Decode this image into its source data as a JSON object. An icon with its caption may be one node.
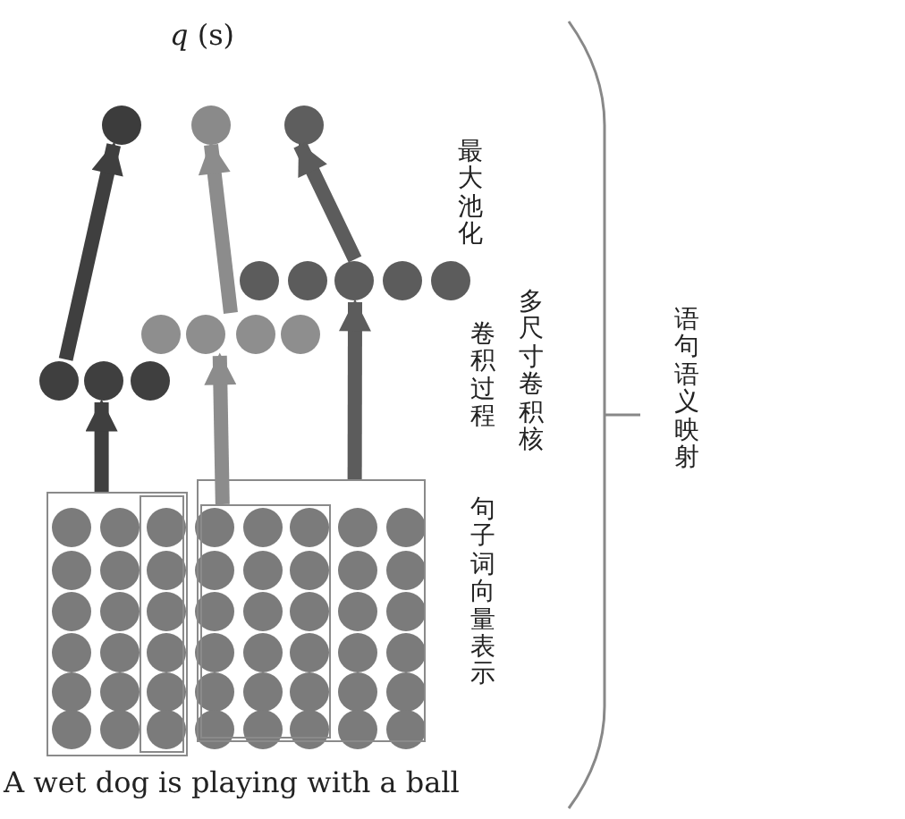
{
  "diagram": {
    "nodes": [
      {
        "text": [],
        "shape": "circle"
      },
      {
        "text": [],
        "shape": "circle"
      },
      {
        "text": [],
        "shape": "circle"
      },
      {
        "text": [],
        "shape": "row"
      },
      {
        "text": [],
        "shape": "row"
      },
      {
        "text": [],
        "shape": "row"
      },
      {
        "text": [],
        "shape": "box"
      },
      {
        "text": [],
        "shape": "box",
        "in": 6
      },
      {
        "text": [],
        "shape": "box",
        "in": 9
      },
      {
        "text": [],
        "shape": "box"
      }
    ],
    "edges": [
      {
        "from": 6,
        "to": 5,
        "arrow": "to",
        "color": "#3f3f3f"
      },
      {
        "from": 8,
        "to": 4,
        "arrow": "to",
        "color": "#8c8c8c"
      },
      {
        "from": 9,
        "to": 3,
        "arrow": "to",
        "color": "#5c5c5c"
      },
      {
        "from": 5,
        "to": 0,
        "arrow": "to",
        "color": "#3f3f3f"
      },
      {
        "from": 4,
        "to": 1,
        "arrow": "to",
        "color": "#8c8c8c"
      },
      {
        "from": 3,
        "to": 2,
        "arrow": "to",
        "color": "#5c5c5c"
      }
    ],
    "labels": [
      "*q* (s)",
      "最大池化",
      "多尺寸卷积核",
      "卷积过程",
      "句子词向量表示",
      "语句语义映射",
      "A wet dog is playing with a ball"
    ]
  }
}
